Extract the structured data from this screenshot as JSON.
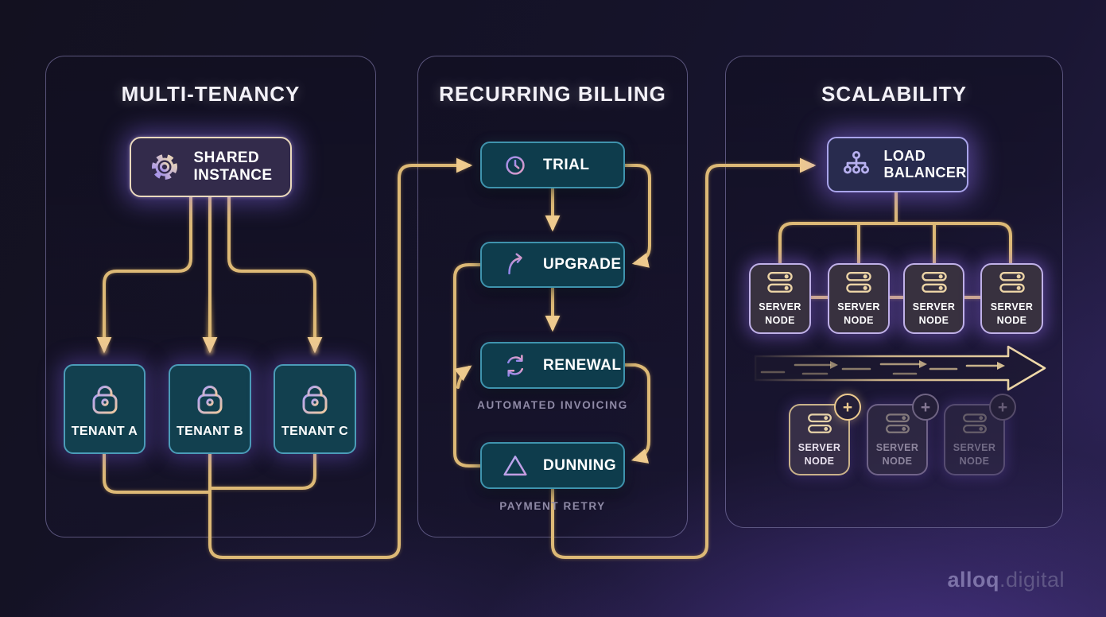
{
  "brand": {
    "name_bold": "alloq",
    "name_light": ".digital"
  },
  "colors": {
    "background_top": "#131120",
    "background_glow_purple": "#6a46c4",
    "connector_gold": "#ddb976",
    "arrowhead_gold": "#efcb8e",
    "teal_box_fill": "#0e3c4c",
    "teal_box_border": "#4398b2",
    "shared_box_fill": "#332b4b",
    "shared_box_border": "#ead9bd",
    "lavender_border": "#a9a4ea",
    "server_box_fill": "#38313f",
    "server_box_border": "#c0b1e8",
    "caption_text": "#8f8aa6",
    "title_text": "#f3f1f8",
    "brand_text": "#7d73a8"
  },
  "panels": {
    "multi_tenancy": {
      "title": "MULTI-TENANCY",
      "shared_instance": {
        "label": "SHARED INSTANCE",
        "icon": "gear-icon"
      },
      "tenants": [
        {
          "label": "TENANT A",
          "icon": "lock-icon"
        },
        {
          "label": "TENANT B",
          "icon": "lock-icon"
        },
        {
          "label": "TENANT C",
          "icon": "lock-icon"
        }
      ]
    },
    "recurring_billing": {
      "title": "RECURRING BILLING",
      "steps": [
        {
          "label": "TRIAL",
          "icon": "clock-icon"
        },
        {
          "label": "UPGRADE",
          "icon": "arrow-up-curve-icon"
        },
        {
          "label": "RENEWAL",
          "icon": "refresh-icon",
          "caption": "AUTOMATED INVOICING"
        },
        {
          "label": "DUNNING",
          "icon": "warning-triangle-icon",
          "caption": "PAYMENT RETRY"
        }
      ]
    },
    "scalability": {
      "title": "SCALABILITY",
      "load_balancer": {
        "label": "LOAD BALANCER",
        "icon": "load-balancer-icon"
      },
      "active_nodes": [
        {
          "label": "SERVER NODE",
          "icon": "server-icon"
        },
        {
          "label": "SERVER NODE",
          "icon": "server-icon"
        },
        {
          "label": "SERVER NODE",
          "icon": "server-icon"
        },
        {
          "label": "SERVER NODE",
          "icon": "server-icon"
        }
      ],
      "pending_nodes": [
        {
          "label": "SERVER NODE",
          "icon": "server-icon",
          "badge": "+"
        },
        {
          "label": "SERVER NODE",
          "icon": "server-icon",
          "badge": "+"
        },
        {
          "label": "SERVER NODE",
          "icon": "server-icon",
          "badge": "+"
        }
      ]
    }
  }
}
